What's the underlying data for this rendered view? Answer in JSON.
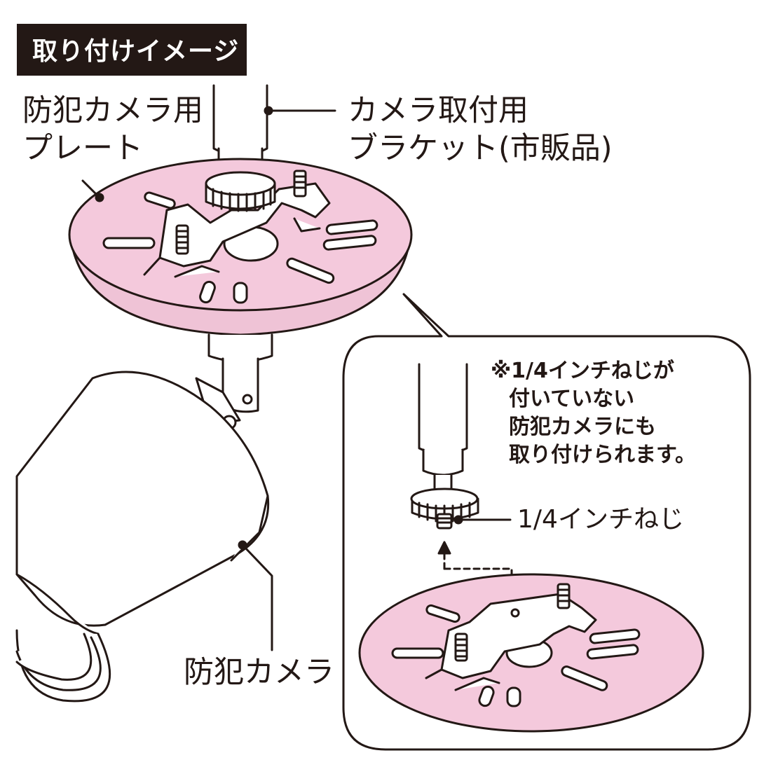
{
  "title": "取り付けイメージ",
  "labels": {
    "plate_line1": "防犯カメラ用",
    "plate_line2": "プレート",
    "bracket_line1": "カメラ取付用",
    "bracket_line2": "ブラケット(市販品)",
    "camera": "防犯カメラ",
    "screw": "1/4インチねじ"
  },
  "note": {
    "line1": "※1/4インチねじが",
    "line2": "付いていない",
    "line3": "防犯カメラにも",
    "line4": "取り付けられます。"
  },
  "colors": {
    "plate_pink": "#f4c9dc",
    "ink": "#231815",
    "badge_text": "#ffffff"
  }
}
